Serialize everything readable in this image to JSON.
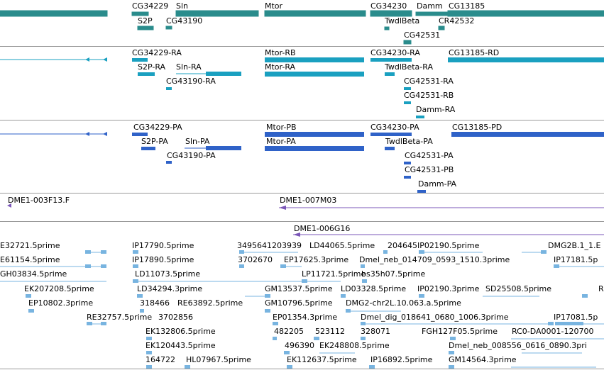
{
  "colors": {
    "gene": "#2a8c8c",
    "transcript": "#1aa0c0",
    "protein": "#2f62c8",
    "clone": "#7b57b8",
    "est": "#78b4e0",
    "separator": "#9a9a9a"
  },
  "tracks": {
    "genes": {
      "labels": [
        "CG34229",
        "Sln",
        "Mtor",
        "CG34230",
        "Damm",
        "CG13185",
        "S2P",
        "CG43190",
        "TwdlBeta",
        "CR42532",
        "CG42531"
      ]
    },
    "transcripts": {
      "labels": [
        "CG34229-RA",
        "Mtor-RB",
        "CG34230-RA",
        "CG13185-RD",
        "S2P-RA",
        "Sln-RA",
        "Mtor-RA",
        "TwdlBeta-RA",
        "CG43190-RA",
        "CG42531-RA",
        "CG42531-RB",
        "Damm-RA"
      ]
    },
    "proteins": {
      "labels": [
        "CG34229-PA",
        "Mtor-PB",
        "CG34230-PA",
        "CG13185-PD",
        "S2P-PA",
        "Sln-PA",
        "Mtor-PA",
        "TwdlBeta-PA",
        "CG43190-PA",
        "CG42531-PA",
        "CG42531-PB",
        "Damm-PA"
      ]
    },
    "clones_a": {
      "labels": [
        "DME1-003F13.F",
        "DME1-007M03"
      ]
    },
    "clones_b": {
      "labels": [
        "DME1-006G16"
      ]
    },
    "ests": {
      "labels": [
        "E32721.5prime",
        "IP17790.5prime",
        "3495641203939",
        "LD44065.5prime",
        "204645",
        "IP02190.5prime",
        "DMG2B.1_1.E",
        "E61154.5prime",
        "IP17890.5prime",
        "3702670",
        "EP17625.3prime",
        "Dmel_neb_014709_0593_1510.3prime",
        "IP17181.5p",
        "GH03834.5prime",
        "LD11073.5prime",
        "LP11721.5prime",
        "bs35h07.5prime",
        "EK207208.5prime",
        "LD34294.3prime",
        "GM13537.5prime",
        "LD03328.5prime",
        "IP02190.3prime",
        "SD25508.5prime",
        "R",
        "EP10802.3prime",
        "318466",
        "RE63892.5prime",
        "GM10796.5prime",
        "DMG2-chr2L.10.063.a.5prime",
        "RE32757.5prime",
        "3702856",
        "EP01354.3prime",
        "Dmel_dig_018641_0680_1006.3prime",
        "IP17081.5p",
        "EK132806.5prime",
        "482205",
        "523112",
        "328071",
        "FGH127F05.5prime",
        "RC0-DA0001-120700",
        "EK120443.5prime",
        "496390",
        "EK248808.5prime",
        "Dmel_neb_008556_0616_0890.3pri",
        "164722",
        "HL07967.5prime",
        "EK112637.5prime",
        "IP16892.5prime",
        "GM14564.3prime"
      ]
    }
  }
}
